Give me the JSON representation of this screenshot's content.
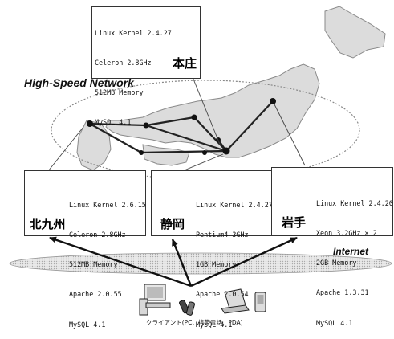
{
  "network_label": "High-Speed Network",
  "internet_label": "Internet",
  "client_label": "クライアント(PC、携帯電話、PDA)",
  "servers": [
    {
      "name": "本庄",
      "specs": [
        "Linux Kernel 2.4.27",
        "Celeron 2.8GHz",
        "512MB Memory",
        "MySQL 4.1"
      ]
    },
    {
      "name": "北九州",
      "specs": [
        "Linux Kernel 2.6.15",
        "Celeron 2.8GHz",
        "512MB Memory",
        "Apache 2.0.55",
        "MySQL 4.1"
      ]
    },
    {
      "name": "静岡",
      "specs": [
        "Linux Kernel 2.4.27",
        "Pentium4 3GHz",
        "1GB Memory",
        "Apache 2.0.54",
        "MySQL 4.1"
      ]
    },
    {
      "name": "岩手",
      "specs": [
        "Linux Kernel 2.4.20",
        "Xeon 3.2GHz × 2",
        "2GB Memory",
        "Apache 1.3.31",
        "MySQL 4.1"
      ]
    }
  ]
}
